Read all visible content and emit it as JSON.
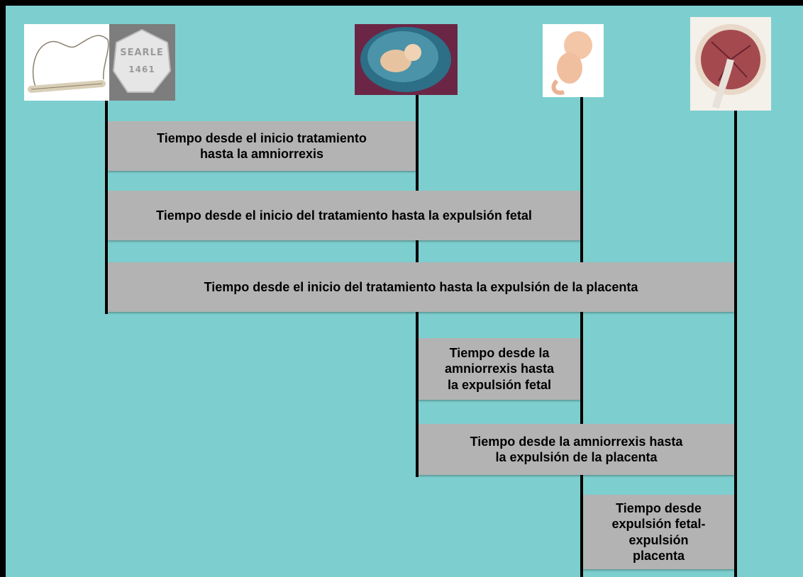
{
  "images": {
    "catheter": "catheter-illustration",
    "tablet": "misoprostol-tablet",
    "tablet_text_line1": "SEARLE",
    "tablet_text_line2": "1461",
    "amniotic_sac": "fetus-in-amniotic-sac-photo",
    "fetus": "fetus-illustration",
    "placenta": "placenta-illustration"
  },
  "intervals": [
    {
      "label": "Tiempo desde el inicio tratamiento\nhasta la amniorrexis"
    },
    {
      "label": "Tiempo desde el inicio del tratamiento hasta la expulsión fetal"
    },
    {
      "label": "Tiempo desde el inicio del tratamiento hasta la expulsión de la placenta"
    },
    {
      "label": "Tiempo desde la\namniorrexis hasta\nla expulsión fetal"
    },
    {
      "label": "Tiempo desde la amniorrexis hasta\nla expulsión de la placenta"
    },
    {
      "label": "Tiempo desde\nexpulsión fetal-\nexpulsión\nplacenta"
    }
  ],
  "colors": {
    "background": "#7dcfcf",
    "bar": "#b3b3b3",
    "line": "#000000"
  }
}
